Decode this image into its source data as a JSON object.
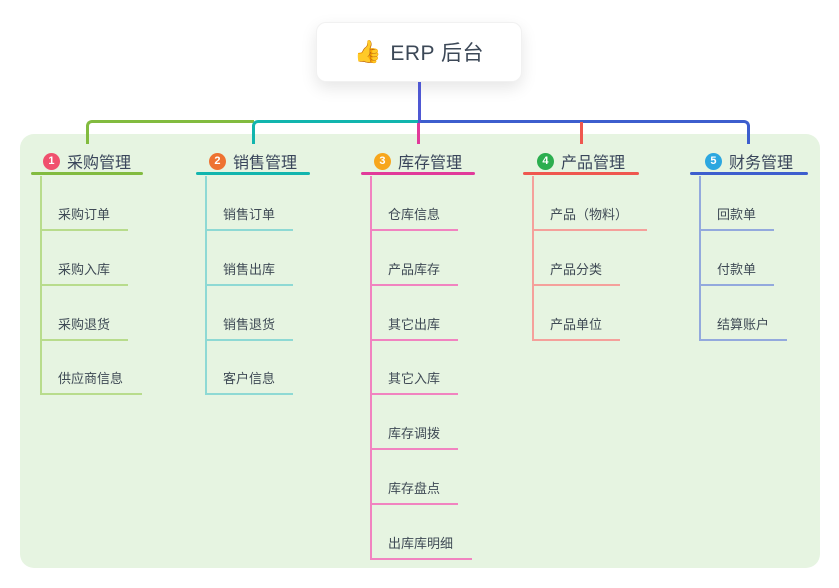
{
  "root": {
    "icon": "👍",
    "label": "ERP 后台"
  },
  "colors": {
    "canvas_bg": "#e6f4e1",
    "trunk": "#4f58d3",
    "root_text": "#3c4857"
  },
  "branches": [
    {
      "num": "1",
      "label": "采购管理",
      "line_color": "#82bb3f",
      "badge_color": "#f0506e",
      "child_line_color": "#b8dc8c",
      "children": [
        "采购订单",
        "采购入库",
        "采购退货",
        "供应商信息"
      ]
    },
    {
      "num": "2",
      "label": "销售管理",
      "line_color": "#12b5ae",
      "badge_color": "#ee7231",
      "child_line_color": "#8ed9d4",
      "children": [
        "销售订单",
        "销售出库",
        "销售退货",
        "客户信息"
      ]
    },
    {
      "num": "3",
      "label": "库存管理",
      "line_color": "#e13a9a",
      "badge_color": "#f7a61c",
      "child_line_color": "#f183c0",
      "children": [
        "仓库信息",
        "产品库存",
        "其它出库",
        "其它入库",
        "库存调拨",
        "库存盘点",
        "出库库明细"
      ]
    },
    {
      "num": "4",
      "label": "产品管理",
      "line_color": "#ef574f",
      "badge_color": "#2cae4f",
      "child_line_color": "#f5a09b",
      "children": [
        "产品（物料）",
        "产品分类",
        "产品单位"
      ]
    },
    {
      "num": "5",
      "label": "财务管理",
      "line_color": "#3d5ece",
      "badge_color": "#2ca7e0",
      "child_line_color": "#93a9dd",
      "children": [
        "回款单",
        "付款单",
        "结算账户"
      ]
    }
  ]
}
